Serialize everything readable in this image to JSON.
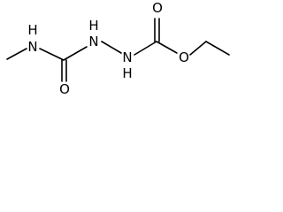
{
  "molecule": {
    "atoms": {
      "nh_left": "H",
      "n_left": "N",
      "o_urea": "O",
      "nh_middle": "H",
      "n_middle": "N",
      "n_right": "N",
      "nh_right": "H",
      "o_carbonyl": "O",
      "o_ester": "O"
    }
  },
  "colors": {
    "bond": "#000000",
    "label": "#000000",
    "background": "#ffffff"
  }
}
